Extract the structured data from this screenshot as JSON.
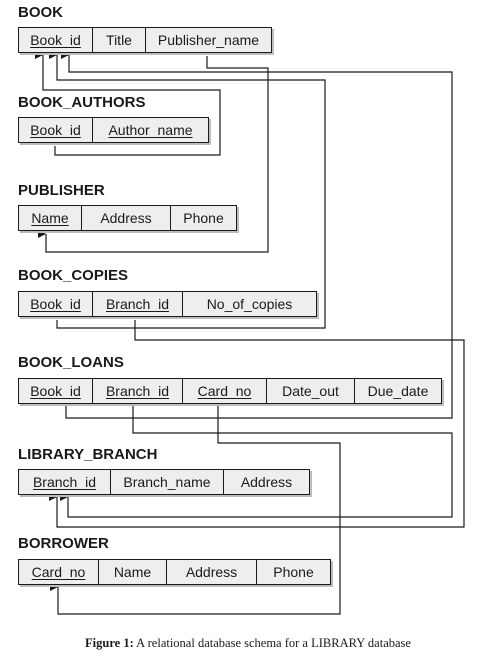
{
  "tables": {
    "book": {
      "name": "BOOK",
      "cols": [
        "Book_id",
        "Title",
        "Publisher_name"
      ]
    },
    "book_authors": {
      "name": "BOOK_AUTHORS",
      "cols": [
        "Book_id",
        "Author_name"
      ]
    },
    "publisher": {
      "name": "PUBLISHER",
      "cols": [
        "Name",
        "Address",
        "Phone"
      ]
    },
    "book_copies": {
      "name": "BOOK_COPIES",
      "cols": [
        "Book_id",
        "Branch_id",
        "No_of_copies"
      ]
    },
    "book_loans": {
      "name": "BOOK_LOANS",
      "cols": [
        "Book_id",
        "Branch_id",
        "Card_no",
        "Date_out",
        "Due_date"
      ]
    },
    "library_branch": {
      "name": "LIBRARY_BRANCH",
      "cols": [
        "Branch_id",
        "Branch_name",
        "Address"
      ]
    },
    "borrower": {
      "name": "BORROWER",
      "cols": [
        "Card_no",
        "Name",
        "Address",
        "Phone"
      ]
    }
  },
  "caption": {
    "label": "Figure 1:",
    "text": "A relational database schema for a LIBRARY database"
  },
  "colors": {
    "line": "#1a1a1a",
    "cell_fill": "#eeeeee",
    "shadow": "#bdbdbd"
  }
}
